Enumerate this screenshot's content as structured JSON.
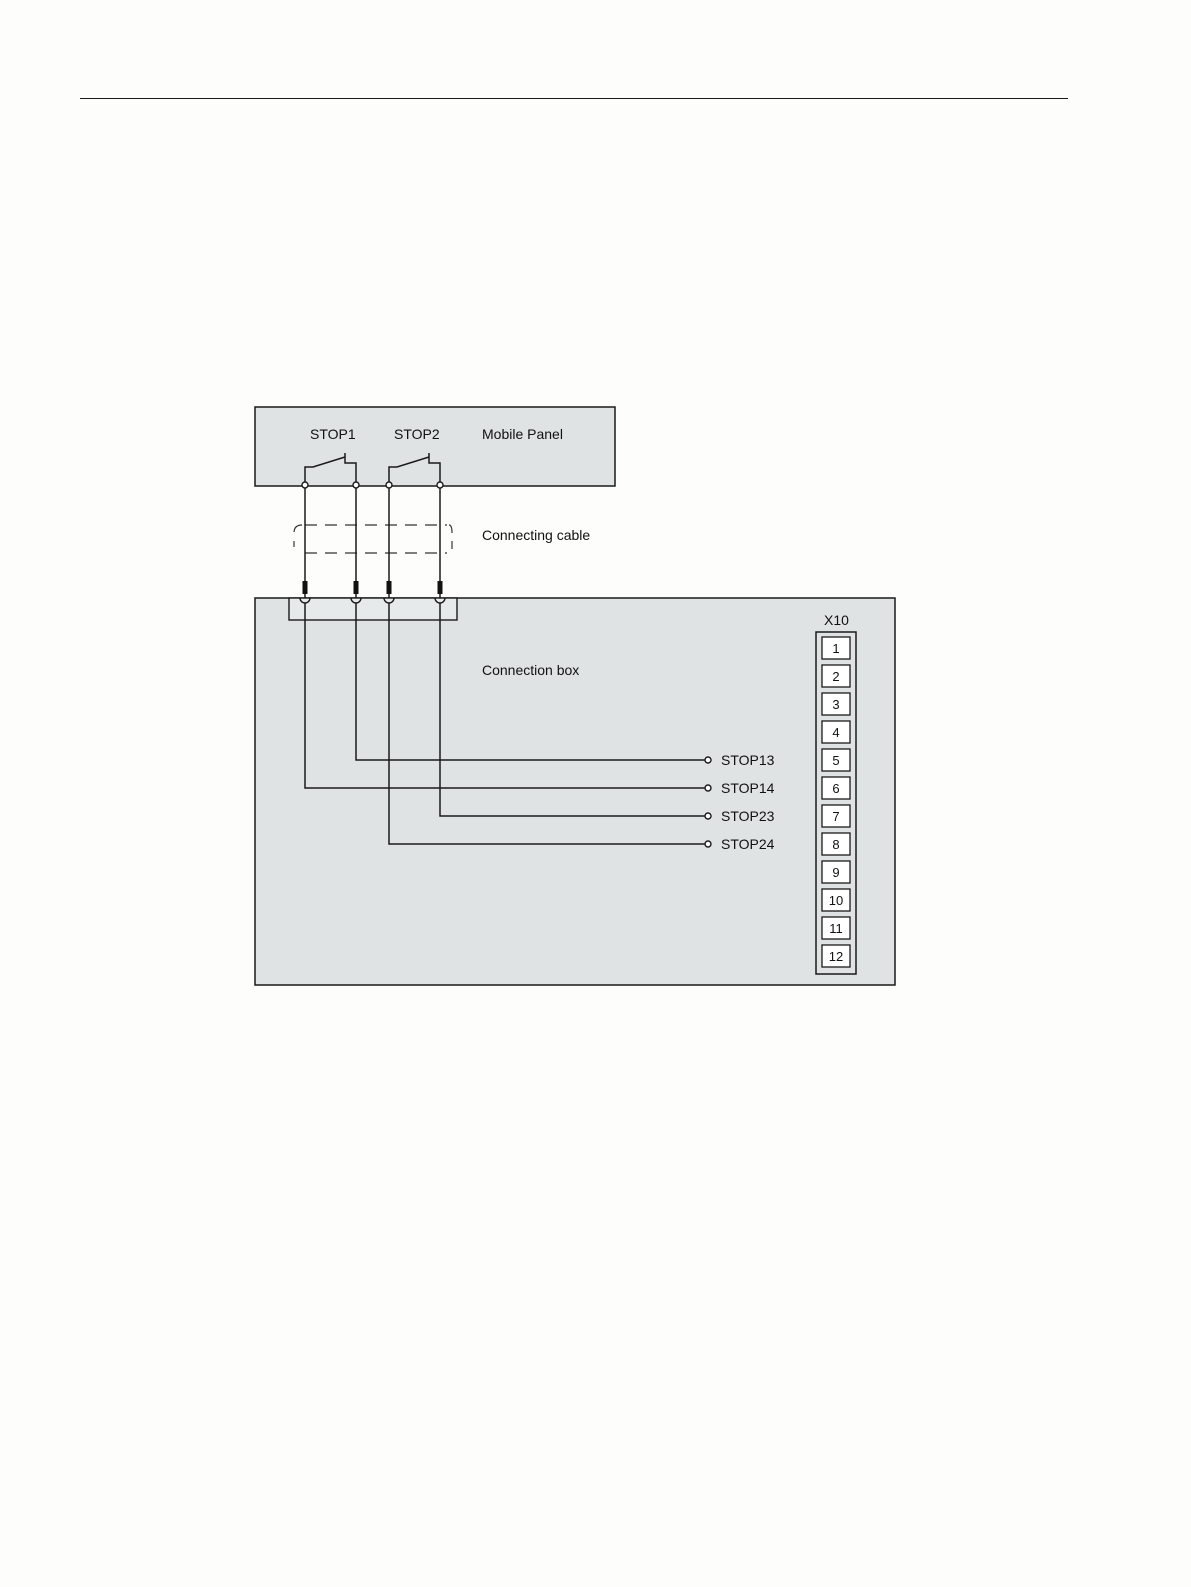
{
  "diagram": {
    "mobile_panel": {
      "label": "Mobile Panel",
      "switches": [
        "STOP1",
        "STOP2"
      ]
    },
    "cable": {
      "label": "Connecting cable"
    },
    "connection_box": {
      "label": "Connection box",
      "signal_labels": [
        "STOP13",
        "STOP14",
        "STOP23",
        "STOP24"
      ],
      "terminal_block": {
        "label": "X10",
        "terminals": [
          "1",
          "2",
          "3",
          "4",
          "5",
          "6",
          "7",
          "8",
          "9",
          "10",
          "11",
          "12"
        ]
      }
    },
    "colors": {
      "panel_fill": "#dfe3e4",
      "line": "#1a1a1a",
      "page": "#fdfdfc"
    }
  }
}
